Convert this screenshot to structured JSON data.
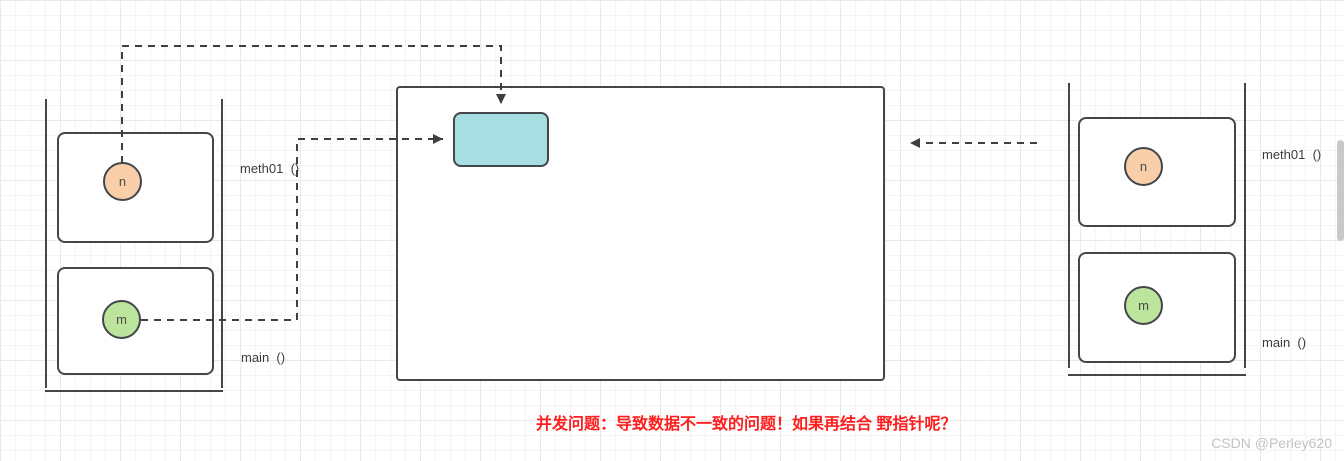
{
  "diagram": {
    "left_stack": {
      "frame1_label": "meth01  ()",
      "frame2_label": "main  ()",
      "var_n": "n",
      "var_m": "m"
    },
    "right_stack": {
      "frame1_label": "meth01  ()",
      "frame2_label": "main  ()",
      "var_n": "n",
      "var_m": "m"
    },
    "caption": "并发问题：导致数据不一致的问题！如果再结合 野指针呢？",
    "watermark": "CSDN @Perley620"
  },
  "colors": {
    "stroke": "#43464b",
    "connector": "#3f3f3f",
    "circle_n_fill": "#f8cfa9",
    "circle_m_fill": "#bce49d",
    "shared_box_fill": "#a6dee1",
    "caption": "#ff1e1e",
    "watermark": "#c3c3c3",
    "label_text": "#3c3c3c",
    "scrollbar": "#c9c9c9"
  }
}
